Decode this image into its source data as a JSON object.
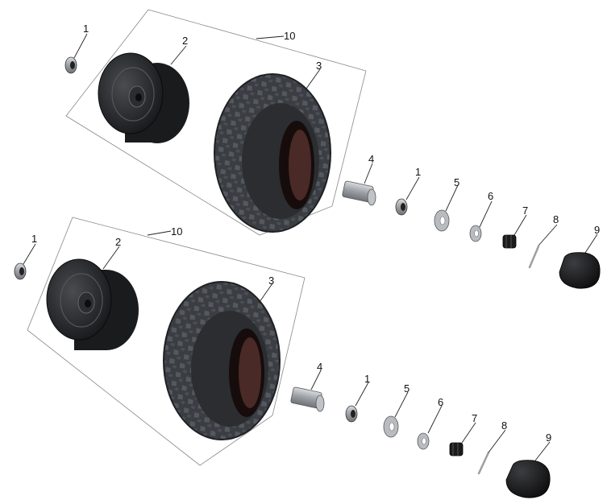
{
  "diagram": {
    "upper_assembly": {
      "callouts": [
        "1",
        "2",
        "10",
        "3",
        "4",
        "1",
        "5",
        "6",
        "7",
        "8",
        "9"
      ]
    },
    "lower_assembly": {
      "callouts": [
        "1",
        "2",
        "10",
        "3",
        "4",
        "1",
        "5",
        "6",
        "7",
        "8",
        "9"
      ]
    }
  },
  "colors": {
    "tire": "#3a3d42",
    "tire_dark": "#1e2023",
    "rim": "#2a2b2e",
    "metal": "#a8acb0",
    "line": "#222222"
  }
}
